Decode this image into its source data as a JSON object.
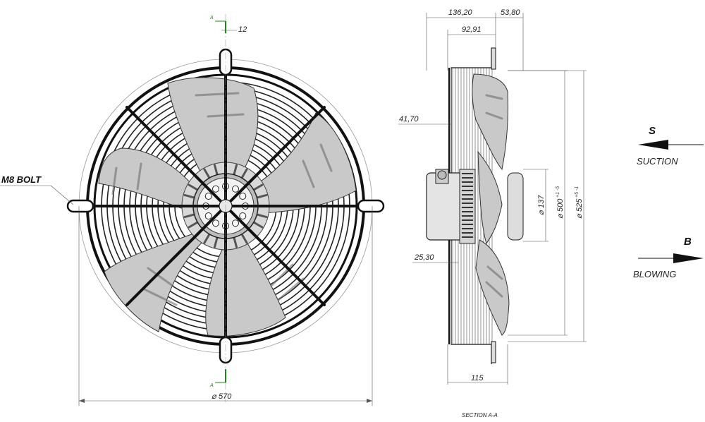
{
  "front_view": {
    "bolt_label": "M8 BOLT",
    "overall_diameter": "570",
    "offset_dim": "12",
    "section_mark_top": "A",
    "section_mark_bottom": "A",
    "diameter_symbol": "⌀"
  },
  "side_view": {
    "dim_depth_total": "136,20",
    "dim_flange": "53,80",
    "dim_guard_depth": "92,91",
    "dim_rim": "41,70",
    "dim_motor": "25,30",
    "dim_bottom": "115",
    "dia_137": "137",
    "dia_500": "500",
    "tol_500": "+1 -5",
    "dia_525": "525",
    "tol_525": "+5 -1",
    "section_caption": "SECTION A-A"
  },
  "airflow": {
    "suction_letter": "S",
    "suction_label": "SUCTION",
    "blowing_letter": "B",
    "blowing_label": "BLOWING"
  }
}
